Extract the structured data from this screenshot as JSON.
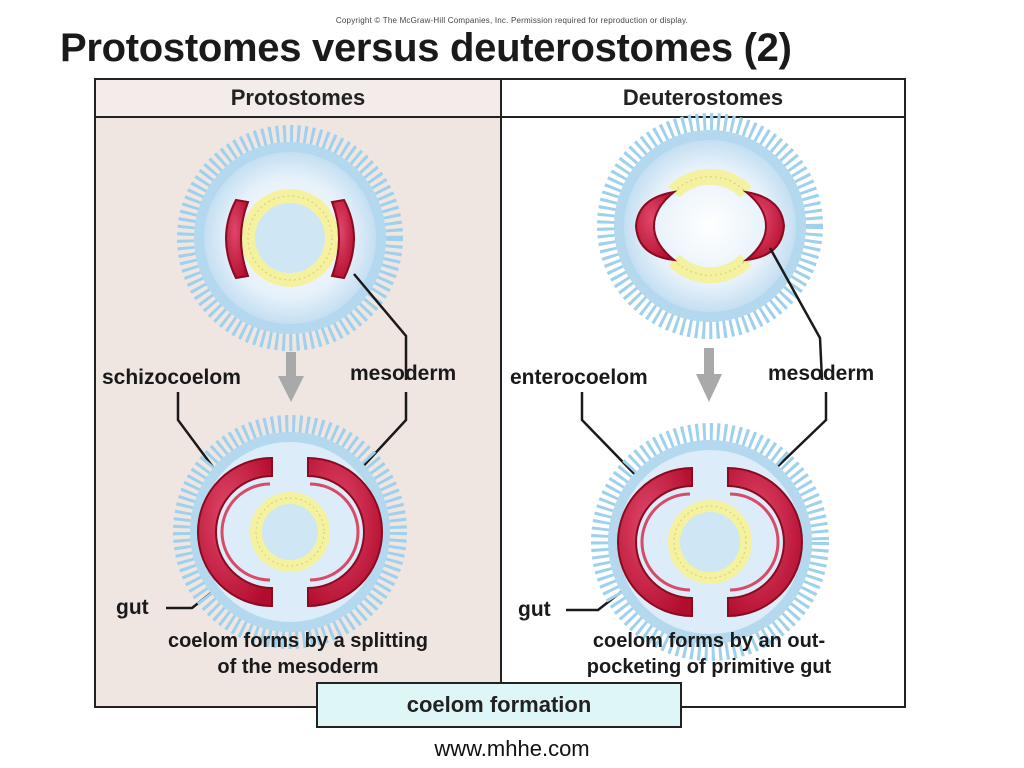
{
  "copyright": "Copyright © The McGraw-Hill Companies, Inc. Permission required for reproduction or display.",
  "title": "Protostomes versus deuterostomes (2)",
  "panels": {
    "protostomes": {
      "header": "Protostomes",
      "label_left": "schizocoelom",
      "label_right": "mesoderm",
      "label_gut": "gut",
      "caption_line1": "coelom forms by a splitting",
      "caption_line2": "of the mesoderm"
    },
    "deuterostomes": {
      "header": "Deuterostomes",
      "label_left": "enterocoelom",
      "label_right": "mesoderm",
      "label_gut": "gut",
      "caption_line1": "coelom forms by an out-",
      "caption_line2": "pocketing of primitive gut"
    }
  },
  "footer_label": "coelom formation",
  "source_url": "www.mhhe.com",
  "colors": {
    "ectoderm": "#a9d3ec",
    "mesoderm": "#c8102e",
    "endoderm": "#f4f2a0",
    "left_panel_bg": "#efe6e2"
  }
}
